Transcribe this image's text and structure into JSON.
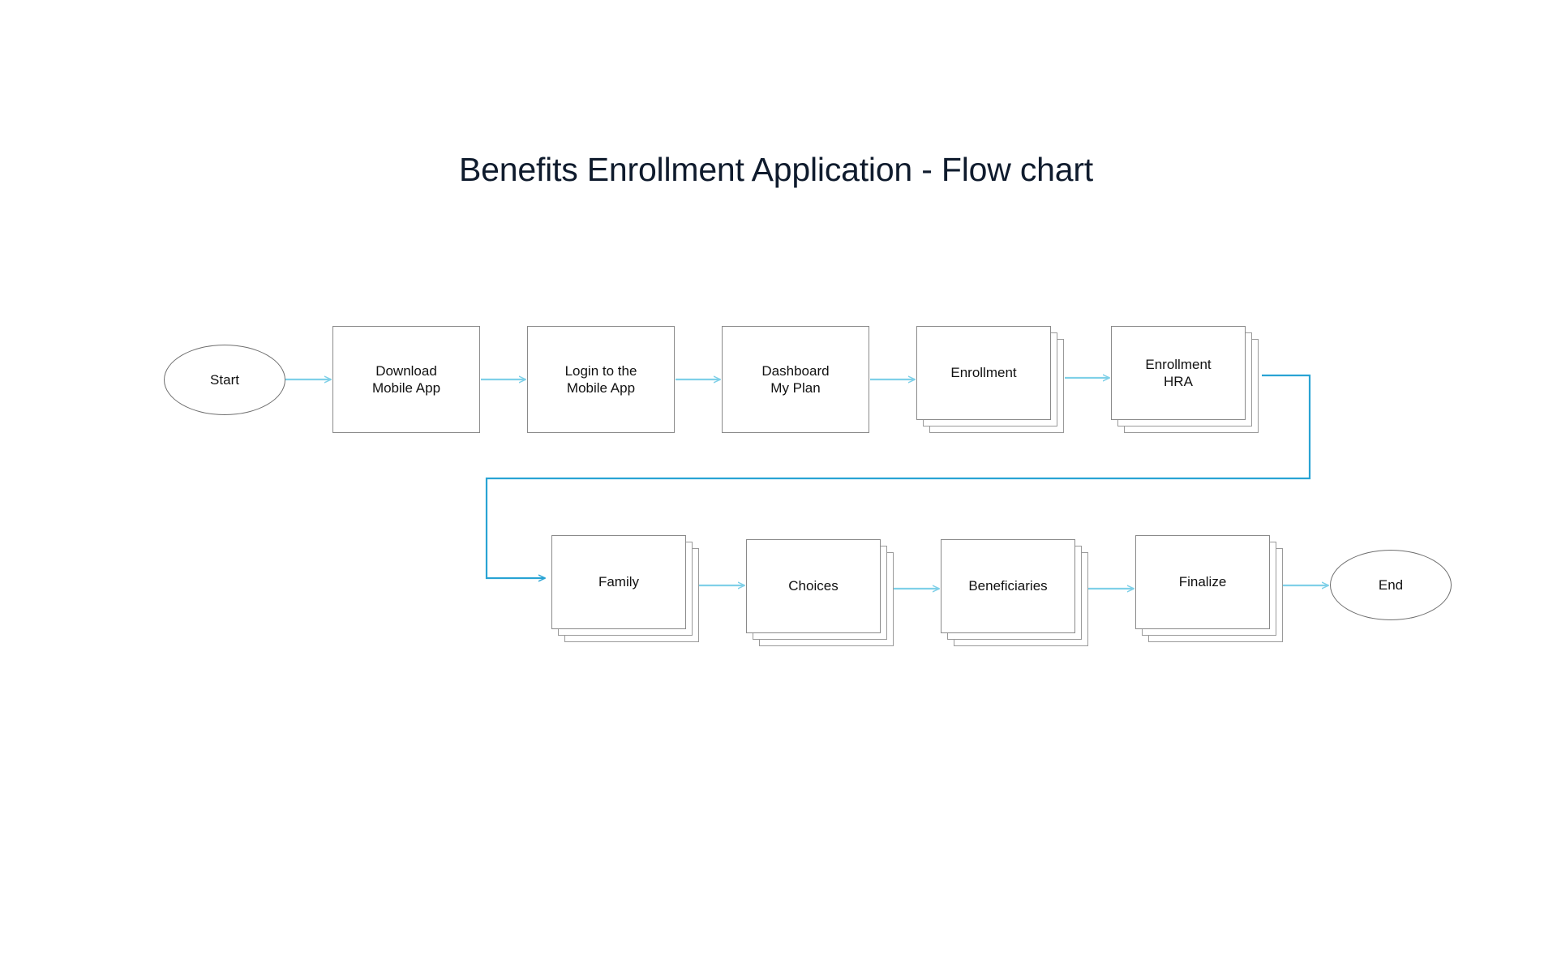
{
  "page": {
    "title": "Benefits Enrollment Application - Flow chart",
    "background": "#ffffff"
  },
  "colors": {
    "title_text": "#0f1b2d",
    "node_text": "#111111",
    "box_border": "#8a8a8a",
    "stack_border": "#9a9a9a",
    "oval_border": "#6f6f6f",
    "arrow_short": "#7fd0e8",
    "arrow_long": "#1a8fc7",
    "node_fill": "#ffffff"
  },
  "chart_data": {
    "type": "diagram",
    "diagram_kind": "flowchart",
    "title": "Benefits Enrollment Application - Flow chart",
    "orientation": "left-to-right, wrapping to a second row",
    "nodes": [
      {
        "id": "start",
        "label": "Start",
        "shape": "oval",
        "row": 1,
        "order": 1
      },
      {
        "id": "download",
        "label": "Download\nMobile App",
        "shape": "rectangle",
        "row": 1,
        "order": 2
      },
      {
        "id": "login",
        "label": "Login to the\nMobile App",
        "shape": "rectangle",
        "row": 1,
        "order": 3
      },
      {
        "id": "dashboard",
        "label": "Dashboard\nMy Plan",
        "shape": "rectangle",
        "row": 1,
        "order": 4
      },
      {
        "id": "enrollment",
        "label": "Enrollment",
        "shape": "stacked-rectangle",
        "row": 1,
        "order": 5,
        "stack_layers": 3
      },
      {
        "id": "enrollmenthra",
        "label": "Enrollment\nHRA",
        "shape": "stacked-rectangle",
        "row": 1,
        "order": 6,
        "stack_layers": 3
      },
      {
        "id": "family",
        "label": "Family",
        "shape": "stacked-rectangle",
        "row": 2,
        "order": 1,
        "stack_layers": 3
      },
      {
        "id": "choices",
        "label": "Choices",
        "shape": "stacked-rectangle",
        "row": 2,
        "order": 2,
        "stack_layers": 3
      },
      {
        "id": "beneficiaries",
        "label": "Beneficiaries",
        "shape": "stacked-rectangle",
        "row": 2,
        "order": 3,
        "stack_layers": 3
      },
      {
        "id": "finalize",
        "label": "Finalize",
        "shape": "stacked-rectangle",
        "row": 2,
        "order": 4,
        "stack_layers": 3
      },
      {
        "id": "end",
        "label": "End",
        "shape": "oval",
        "row": 2,
        "order": 5
      }
    ],
    "edges": [
      {
        "from": "start",
        "to": "download",
        "style": "straight-arrow"
      },
      {
        "from": "download",
        "to": "login",
        "style": "straight-arrow"
      },
      {
        "from": "login",
        "to": "dashboard",
        "style": "straight-arrow"
      },
      {
        "from": "dashboard",
        "to": "enrollment",
        "style": "straight-arrow"
      },
      {
        "from": "enrollment",
        "to": "enrollmenthra",
        "style": "straight-arrow"
      },
      {
        "from": "enrollmenthra",
        "to": "family",
        "style": "wrap-elbow-arrow"
      },
      {
        "from": "family",
        "to": "choices",
        "style": "straight-arrow"
      },
      {
        "from": "choices",
        "to": "beneficiaries",
        "style": "straight-arrow"
      },
      {
        "from": "beneficiaries",
        "to": "finalize",
        "style": "straight-arrow"
      },
      {
        "from": "finalize",
        "to": "end",
        "style": "straight-arrow"
      }
    ],
    "legend": [],
    "grid": false
  },
  "nodes": {
    "start": {
      "label": "Start"
    },
    "download": {
      "label": "Download\nMobile App"
    },
    "login": {
      "label": "Login to the\nMobile App"
    },
    "dashboard": {
      "label": "Dashboard\nMy Plan"
    },
    "enrollment": {
      "label": "Enrollment"
    },
    "enrollmenthra": {
      "label": "Enrollment\nHRA"
    },
    "family": {
      "label": "Family"
    },
    "choices": {
      "label": "Choices"
    },
    "beneficiaries": {
      "label": "Beneficiaries"
    },
    "finalize": {
      "label": "Finalize"
    },
    "end": {
      "label": "End"
    }
  }
}
